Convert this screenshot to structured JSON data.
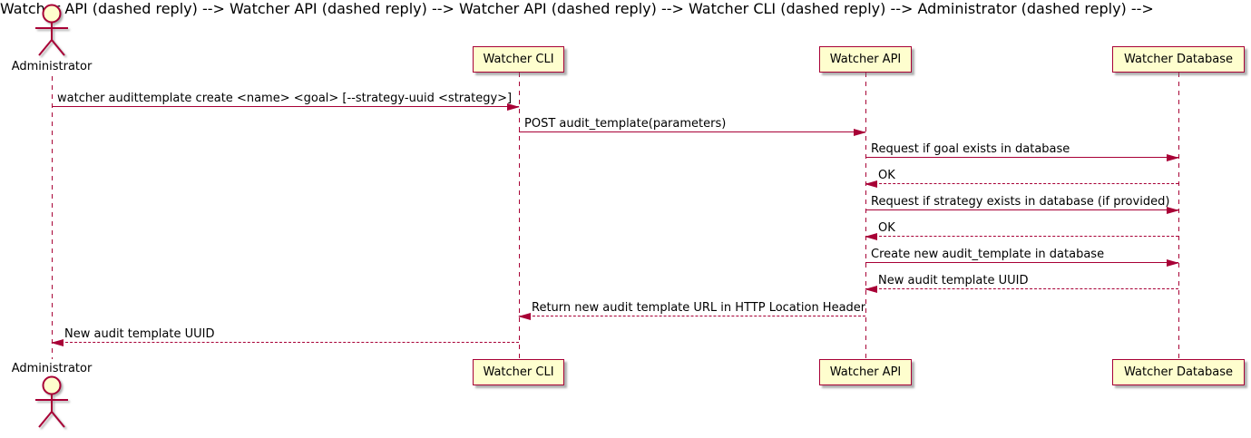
{
  "diagram": {
    "type": "uml-sequence-diagram",
    "accent_color": "#A80036",
    "participant_fill": "#FEFECE",
    "background_color": "#FFFFFF"
  },
  "actor": {
    "label": "Administrator"
  },
  "participants": [
    {
      "label": "Watcher CLI"
    },
    {
      "label": "Watcher API"
    },
    {
      "label": "Watcher Database"
    }
  ],
  "messages": [
    {
      "from": "Administrator",
      "to": "Watcher CLI",
      "line": "solid",
      "label": "watcher audittemplate create <name> <goal> [--strategy-uuid <strategy>]"
    },
    {
      "from": "Watcher CLI",
      "to": "Watcher API",
      "line": "solid",
      "label": "POST audit_template(parameters)"
    },
    {
      "from": "Watcher API",
      "to": "Watcher Database",
      "line": "solid",
      "label": "Request if goal exists in database"
    },
    {
      "from": "Watcher Database",
      "to": "Watcher API",
      "line": "dashed",
      "label": "OK"
    },
    {
      "from": "Watcher API",
      "to": "Watcher Database",
      "line": "solid",
      "label": "Request if strategy exists in database (if provided)"
    },
    {
      "from": "Watcher Database",
      "to": "Watcher API",
      "line": "dashed",
      "label": "OK"
    },
    {
      "from": "Watcher API",
      "to": "Watcher Database",
      "line": "solid",
      "label": "Create new audit_template in database"
    },
    {
      "from": "Watcher Database",
      "to": "Watcher API",
      "line": "dashed",
      "label": "New audit template UUID"
    },
    {
      "from": "Watcher API",
      "to": "Watcher CLI",
      "line": "dashed",
      "label": "Return new audit template URL in HTTP Location Header"
    },
    {
      "from": "Watcher CLI",
      "to": "Administrator",
      "line": "dashed",
      "label": "New audit template UUID"
    }
  ]
}
